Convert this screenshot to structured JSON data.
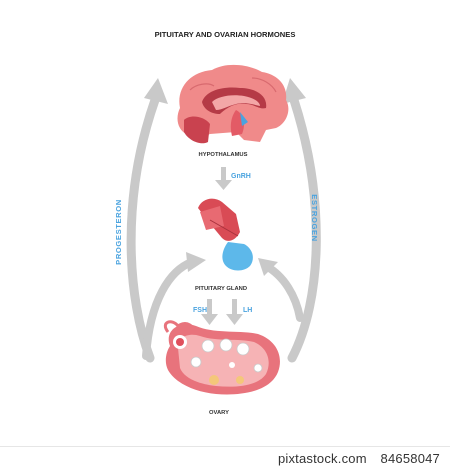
{
  "title": "PITUITARY AND OVARIAN HORMONES",
  "labels": {
    "hypothalamus": "HYPOTHALAMUS",
    "gnrh": "GnRH",
    "pituitary": "PITUITARY GLAND",
    "fsh": "FSH",
    "lh": "LH",
    "ovary": "OVARY",
    "progesteron": "PROGESTERON",
    "estrogen": "ESTROGEN"
  },
  "footer": {
    "site": "pixtastock.com",
    "id": "84658047"
  },
  "colors": {
    "arrow": "#c9c9c9",
    "hormone_text": "#4aa3df",
    "brain": "#f08a8a",
    "brain_dark": "#b53a46",
    "pituitary_red": "#d94b55",
    "pituitary_blue": "#5db8ea",
    "ovary_fill": "#e8737c",
    "ovary_inner": "#f6b3b5"
  }
}
